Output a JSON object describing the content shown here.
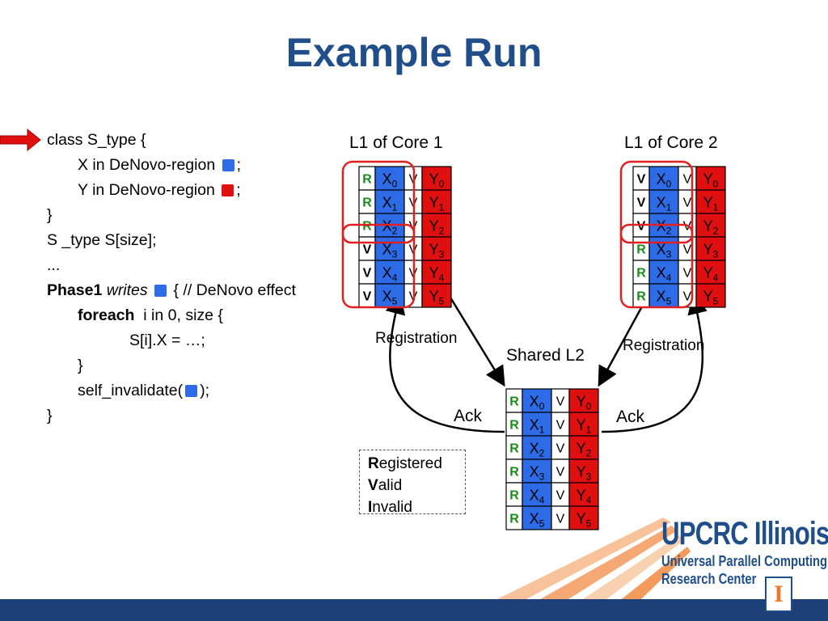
{
  "title": "Example Run",
  "code": {
    "line1": "class S_type {",
    "line2": "X in DeNovo-region",
    "line2_end": ";",
    "line3": "Y in DeNovo-region",
    "line3_end": ";",
    "line4": "}",
    "line5": "S _type S[size];",
    "line6": "...",
    "line7_kw": "Phase1",
    "line7_it": "writes",
    "line7_rest": "{  // DeNovo effect",
    "line8_kw": "foreach",
    "line8_rest": "i in 0, size {",
    "line9": "S[i].X = …;",
    "line10": "}",
    "line11_a": "self_invalidate(",
    "line11_b": ");",
    "line12": "}"
  },
  "caches": {
    "core1_label": "L1 of Core 1",
    "core2_label": "L1 of Core 2",
    "l2_label": "Shared L2"
  },
  "arrows": {
    "registration_left": "Registration",
    "registration_right": "Registration",
    "ack_left": "Ack",
    "ack_right": "Ack"
  },
  "legend": {
    "r_bold": "R",
    "r_rest": "egistered",
    "v_bold": "V",
    "v_rest": "alid",
    "i_bold": "I",
    "i_rest": "nvalid"
  },
  "cache_rows": {
    "x": [
      "X",
      "X",
      "X",
      "X",
      "X",
      "X"
    ],
    "y": [
      "Y",
      "Y",
      "Y",
      "Y",
      "Y",
      "Y"
    ],
    "subs": [
      "0",
      "1",
      "2",
      "3",
      "4",
      "5"
    ],
    "core1_state": [
      "R",
      "R",
      "R",
      "V",
      "V",
      "V"
    ],
    "core2_state": [
      "V",
      "V",
      "V",
      "R",
      "R",
      "R"
    ],
    "l2_state": [
      "R",
      "R",
      "R",
      "R",
      "R",
      "R"
    ],
    "y_state": "V"
  },
  "brand": {
    "name": "UPCRC Illinois",
    "line1": "Universal Parallel Computing",
    "line2": "Research Center",
    "logo_letter": "I"
  },
  "colors": {
    "title": "#1f4e8a",
    "x_region": "#2e6be6",
    "y_region": "#e01010",
    "highlight": "#e02020",
    "registered": "#1a8a1a"
  }
}
